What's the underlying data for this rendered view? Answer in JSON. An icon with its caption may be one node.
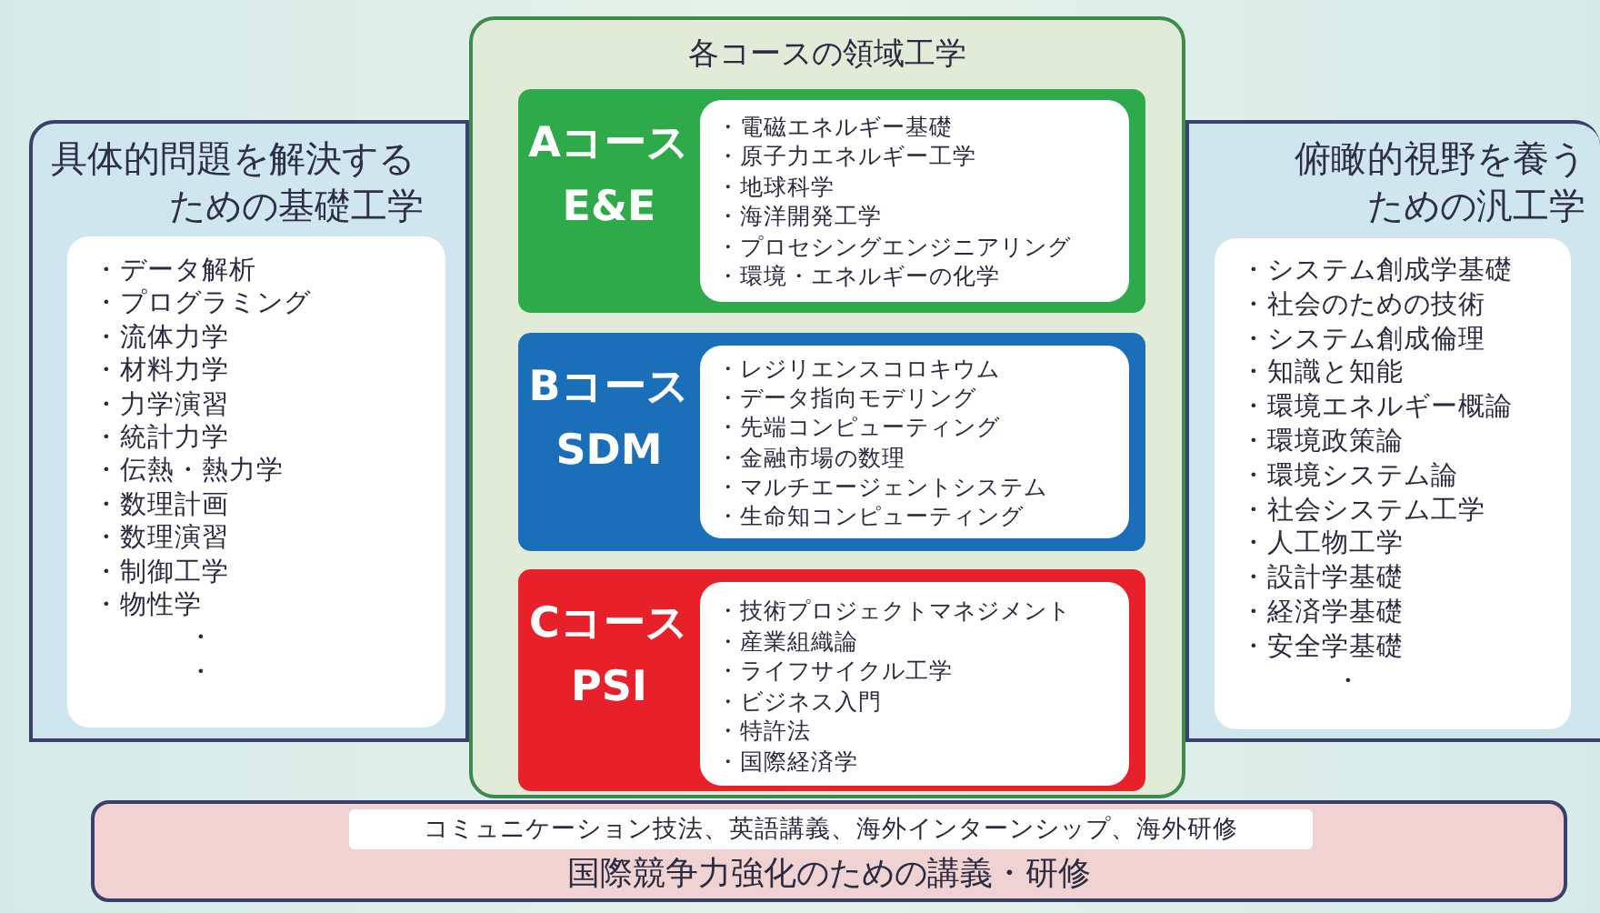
{
  "diagram": {
    "nodes": [
      {
        "text": [
          "具体的問題を解決するための基礎工学"
        ]
      },
      {
        "text": [
          "・データ解析",
          "・プログラミング",
          "・流体力学",
          "・材料力学",
          "・力学演習",
          "・統計力学",
          "・伝熱・熱力学",
          "・数理計画",
          "・数理演習",
          "・制御工学",
          "・物性学",
          "・",
          "・"
        ],
        "in": 0
      },
      {
        "text": [
          "各コースの領域工学"
        ]
      },
      {
        "text": [
          "Aコース",
          "E&E"
        ],
        "in": 2
      },
      {
        "text": [
          "・電磁エネルギー基礎",
          "・原子力エネルギー工学",
          "・地球科学",
          "・海洋開発工学",
          "・プロセシングエンジニアリング",
          "・環境・エネルギーの化学"
        ],
        "in": 3
      },
      {
        "text": [
          "Bコース",
          "SDM"
        ],
        "in": 2
      },
      {
        "text": [
          "・レジリエンスコロキウム",
          "・データ指向モデリング",
          "・先端コンピューティング",
          "・金融市場の数理",
          "・マルチエージェントシステム",
          "・生命知コンピューティング"
        ],
        "in": 5
      },
      {
        "text": [
          "Cコース",
          "PSI"
        ],
        "in": 2
      },
      {
        "text": [
          "・技術プロジェクトマネジメント",
          "・産業組織論",
          "・ライフサイクル工学",
          "・ビジネス入門",
          "・特許法",
          "・国際経済学"
        ],
        "in": 7
      },
      {
        "text": [
          "俯瞰的視野を養うための汎工学"
        ]
      },
      {
        "text": [
          "・システム創成学基礎",
          "・社会のための技術",
          "・システム創成倫理",
          "・知識と知能",
          "・環境エネルギー概論",
          "・環境政策論",
          "・環境システム論",
          "・社会システム工学",
          "・人工物工学",
          "・設計学基礎",
          "・経済学基礎",
          "・安全学基礎",
          "・"
        ],
        "in": 9
      },
      {
        "text": [
          "国際競争力強化のための講義・研修"
        ]
      },
      {
        "text": [
          "コミュニケーション技法、英語講義、海外インターンシップ、海外研修"
        ],
        "in": 11
      }
    ]
  }
}
